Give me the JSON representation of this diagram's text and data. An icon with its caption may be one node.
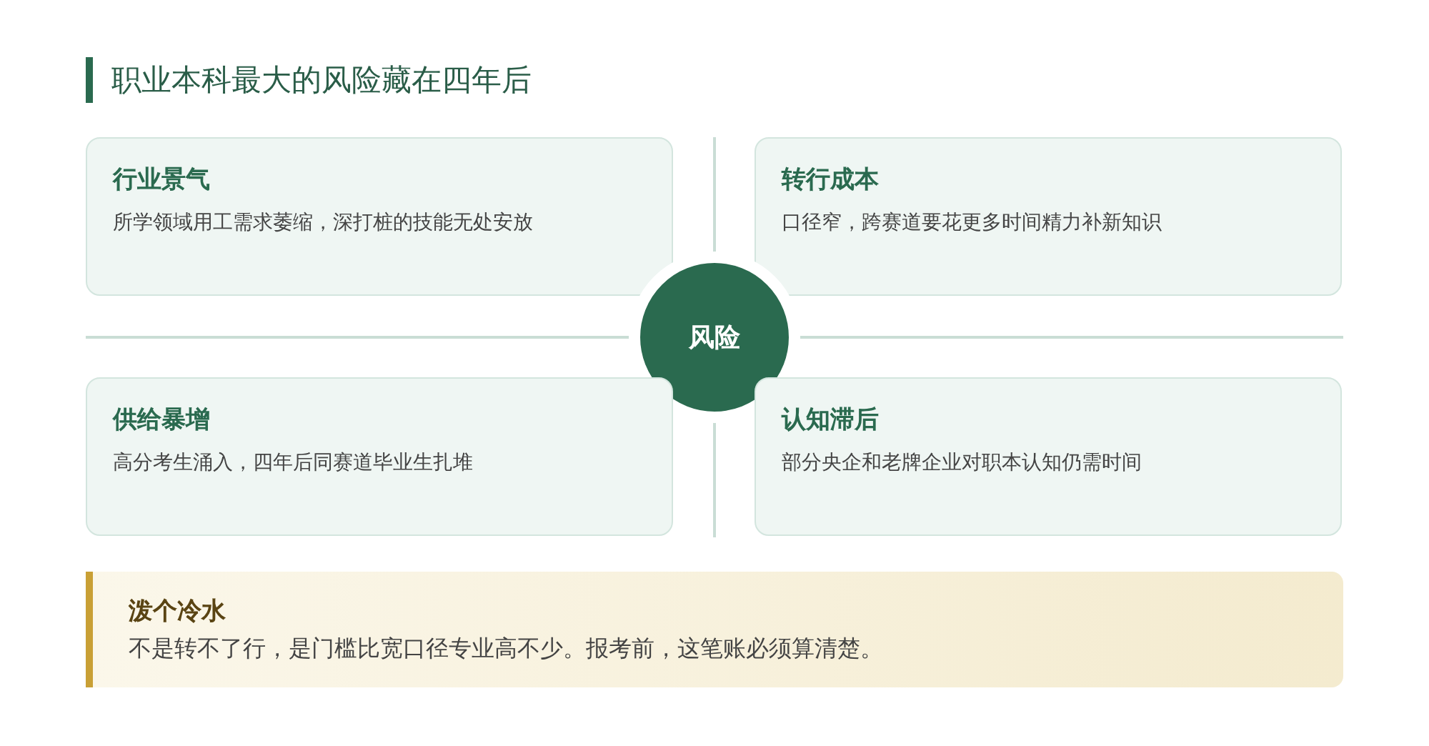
{
  "diagram": {
    "title": "职业本科最大的风险藏在四年后",
    "nodes": [
      {
        "text": [
          "行业景气",
          "所学领域用工需求萎缩，深打桩的技能无处安放"
        ]
      },
      {
        "text": [
          "转行成本",
          "口径窄，跨赛道要花更多时间精力补新知识"
        ]
      },
      {
        "text": [
          "风险"
        ]
      },
      {
        "text": [
          "供给暴增",
          "高分考生涌入，四年后同赛道毕业生扎堆"
        ]
      },
      {
        "text": [
          "认知滞后",
          "部分央企和老牌企业对职本认知仍需时间"
        ]
      },
      {
        "text": [
          "泼个冷水",
          "不是转不了行，是门槛比宽口径专业高不少。报考前，这笔账必须算清楚。"
        ]
      }
    ]
  }
}
